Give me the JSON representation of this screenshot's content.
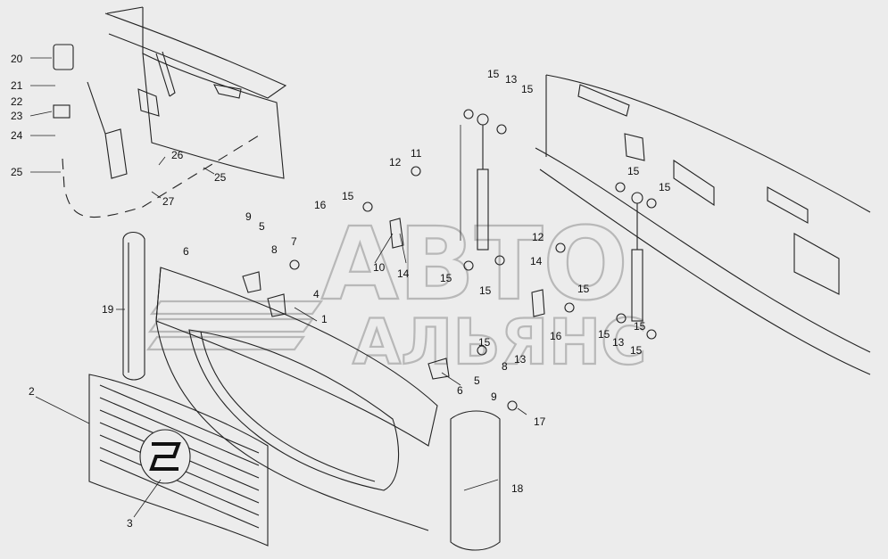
{
  "diagram": {
    "watermark": {
      "line1": "АВТО",
      "line2": "АЛЬЯНС"
    },
    "callouts": [
      {
        "id": "c20",
        "text": "20"
      },
      {
        "id": "c21",
        "text": "21"
      },
      {
        "id": "c22",
        "text": "22"
      },
      {
        "id": "c23",
        "text": "23"
      },
      {
        "id": "c24",
        "text": "24"
      },
      {
        "id": "c25a",
        "text": "25"
      },
      {
        "id": "c26",
        "text": "26"
      },
      {
        "id": "c25b",
        "text": "25"
      },
      {
        "id": "c27",
        "text": "27"
      },
      {
        "id": "c9a",
        "text": "9"
      },
      {
        "id": "c5a",
        "text": "5"
      },
      {
        "id": "c6a",
        "text": "6"
      },
      {
        "id": "c8a",
        "text": "8"
      },
      {
        "id": "c7",
        "text": "7"
      },
      {
        "id": "c4",
        "text": "4"
      },
      {
        "id": "c16a",
        "text": "16"
      },
      {
        "id": "c15a",
        "text": "15"
      },
      {
        "id": "c11",
        "text": "11"
      },
      {
        "id": "c12a",
        "text": "12"
      },
      {
        "id": "c10",
        "text": "10"
      },
      {
        "id": "c14a",
        "text": "14"
      },
      {
        "id": "c15b",
        "text": "15"
      },
      {
        "id": "c13a",
        "text": "13"
      },
      {
        "id": "c15c",
        "text": "15"
      },
      {
        "id": "c15d",
        "text": "15"
      },
      {
        "id": "c15e",
        "text": "15"
      },
      {
        "id": "c12b",
        "text": "12"
      },
      {
        "id": "c14b",
        "text": "14"
      },
      {
        "id": "c15f",
        "text": "15"
      },
      {
        "id": "c15g",
        "text": "15"
      },
      {
        "id": "c15h",
        "text": "15"
      },
      {
        "id": "c16b",
        "text": "16"
      },
      {
        "id": "c15i",
        "text": "15"
      },
      {
        "id": "c13b",
        "text": "13"
      },
      {
        "id": "c15j",
        "text": "15"
      },
      {
        "id": "c15k",
        "text": "15"
      },
      {
        "id": "c15l",
        "text": "15"
      },
      {
        "id": "c13c",
        "text": "13"
      },
      {
        "id": "c19",
        "text": "19"
      },
      {
        "id": "c1",
        "text": "1"
      },
      {
        "id": "c2",
        "text": "2"
      },
      {
        "id": "c3",
        "text": "3"
      },
      {
        "id": "c6b",
        "text": "6"
      },
      {
        "id": "c5b",
        "text": "5"
      },
      {
        "id": "c8b",
        "text": "8"
      },
      {
        "id": "c9b",
        "text": "9"
      },
      {
        "id": "c17",
        "text": "17"
      },
      {
        "id": "c18",
        "text": "18"
      }
    ]
  }
}
